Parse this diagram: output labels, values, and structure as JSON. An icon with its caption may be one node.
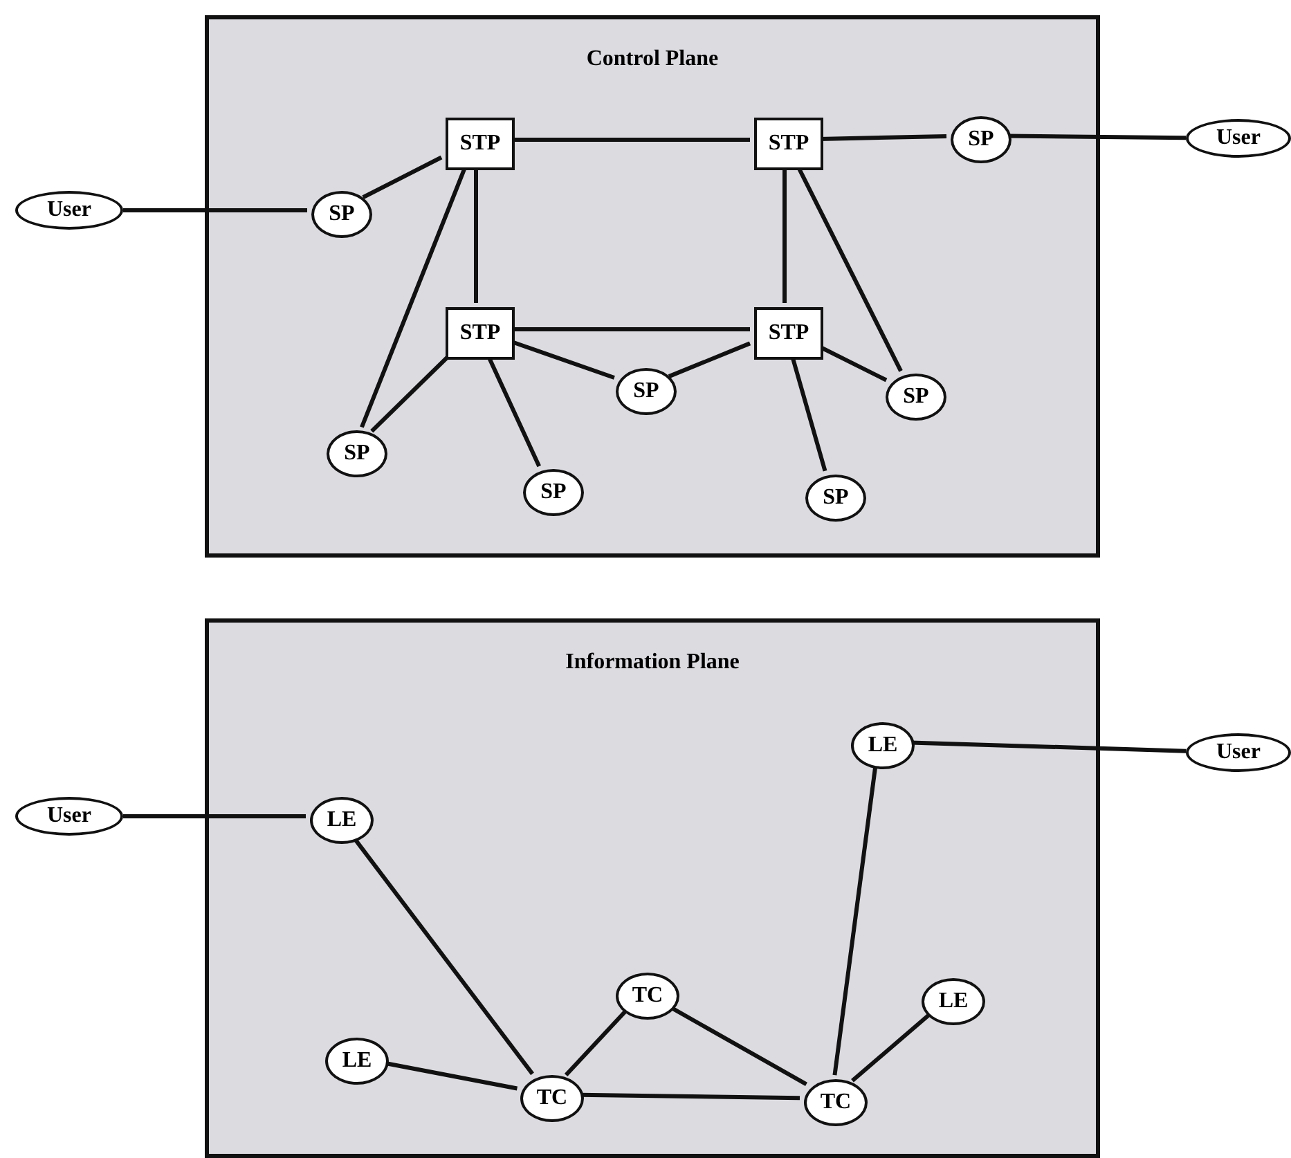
{
  "diagram": {
    "nodes": [
      {
        "text": [
          "Control Plane"
        ]
      },
      {
        "text": [
          "User"
        ]
      },
      {
        "text": [
          "SP"
        ],
        "in": 0
      },
      {
        "text": [
          "STP"
        ],
        "in": 0
      },
      {
        "text": [
          "STP"
        ],
        "in": 0
      },
      {
        "text": [
          "SP"
        ],
        "in": 0
      },
      {
        "text": [
          "User"
        ]
      },
      {
        "text": [
          "STP"
        ],
        "in": 0
      },
      {
        "text": [
          "STP"
        ],
        "in": 0
      },
      {
        "text": [
          "SP"
        ],
        "in": 0
      },
      {
        "text": [
          "SP"
        ],
        "in": 0
      },
      {
        "text": [
          "SP"
        ],
        "in": 0
      },
      {
        "text": [
          "SP"
        ],
        "in": 0
      },
      {
        "text": [
          "SP"
        ],
        "in": 0
      },
      {
        "text": [
          "Information Plane"
        ]
      },
      {
        "text": [
          "User"
        ]
      },
      {
        "text": [
          "LE"
        ],
        "in": 14
      },
      {
        "text": [
          "LE"
        ],
        "in": 14
      },
      {
        "text": [
          "User"
        ]
      },
      {
        "text": [
          "TC"
        ],
        "in": 14
      },
      {
        "text": [
          "LE"
        ],
        "in": 14
      },
      {
        "text": [
          "LE"
        ],
        "in": 14
      },
      {
        "text": [
          "TC"
        ],
        "in": 14
      },
      {
        "text": [
          "TC"
        ],
        "in": 14
      }
    ],
    "edges": [
      {
        "from": 1,
        "to": 2,
        "arrow": "none"
      },
      {
        "from": 2,
        "to": 3,
        "arrow": "none"
      },
      {
        "from": 3,
        "to": 4,
        "arrow": "none"
      },
      {
        "from": 4,
        "to": 5,
        "arrow": "none"
      },
      {
        "from": 5,
        "to": 6,
        "arrow": "none"
      },
      {
        "from": 3,
        "to": 7,
        "arrow": "none"
      },
      {
        "from": 3,
        "to": 11,
        "arrow": "none"
      },
      {
        "from": 4,
        "to": 8,
        "arrow": "none"
      },
      {
        "from": 4,
        "to": 10,
        "arrow": "none"
      },
      {
        "from": 7,
        "to": 8,
        "arrow": "none"
      },
      {
        "from": 7,
        "to": 9,
        "arrow": "none"
      },
      {
        "from": 9,
        "to": 8,
        "arrow": "none"
      },
      {
        "from": 7,
        "to": 11,
        "arrow": "none"
      },
      {
        "from": 7,
        "to": 12,
        "arrow": "none"
      },
      {
        "from": 8,
        "to": 10,
        "arrow": "none"
      },
      {
        "from": 8,
        "to": 13,
        "arrow": "none"
      },
      {
        "from": 15,
        "to": 16,
        "arrow": "none"
      },
      {
        "from": 16,
        "to": 22,
        "arrow": "none"
      },
      {
        "from": 17,
        "to": 18,
        "arrow": "none"
      },
      {
        "from": 17,
        "to": 23,
        "arrow": "none"
      },
      {
        "from": 22,
        "to": 19,
        "arrow": "none"
      },
      {
        "from": 19,
        "to": 23,
        "arrow": "none"
      },
      {
        "from": 21,
        "to": 22,
        "arrow": "none"
      },
      {
        "from": 22,
        "to": 23,
        "arrow": "none"
      },
      {
        "from": 20,
        "to": 23,
        "arrow": "none"
      }
    ]
  }
}
